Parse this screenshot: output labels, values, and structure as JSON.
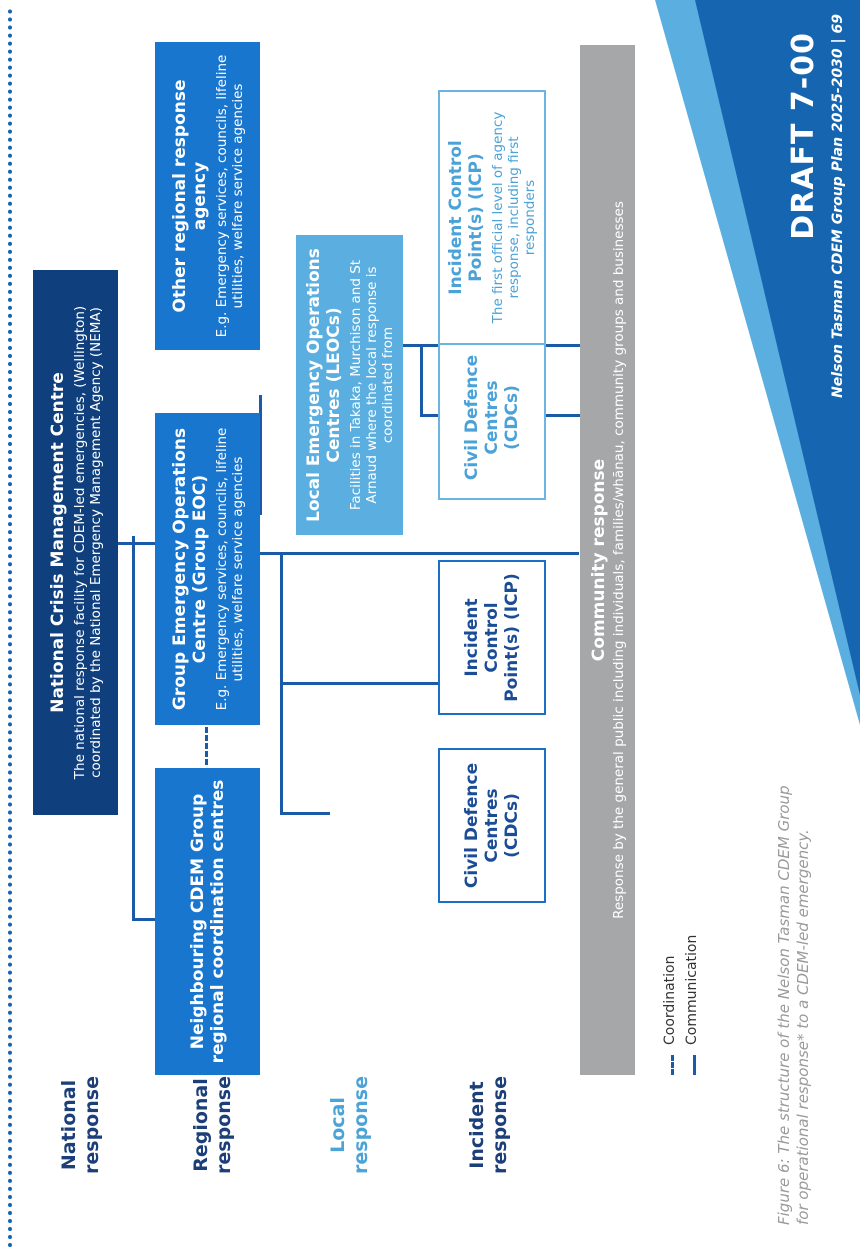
{
  "levels": {
    "national": "National response",
    "regional": "Regional response",
    "local": "Local response",
    "incident": "Incident response"
  },
  "nodes": {
    "ncmc": {
      "title": "National Crisis Management Centre",
      "desc": "The national response facility for CDEM-led emergencies, (Wellington) coordinated by the National Emergency Management Agency (NEMA)"
    },
    "neighbouring": {
      "title": "Neighbouring CDEM Group regional coordination centres"
    },
    "group_eoc": {
      "title": "Group Emergency Operations Centre (Group EOC)",
      "desc": "E.g. Emergency services, councils, lifeline utilities, welfare service agencies"
    },
    "other_regional": {
      "title": "Other regional response agency",
      "desc": "E.g. Emergency services, councils, lifeline utilities, welfare service agencies"
    },
    "leocs": {
      "title": "Local Emergency Operations Centres (LEOCs)",
      "desc": "Facilities in Takaka, Murchison and St Arnaud where the local response is coordinated from"
    },
    "cdc_1": {
      "title": "Civil Defence Centres (CDCs)"
    },
    "icp_1": {
      "title": "Incident Control Point(s) (ICP)"
    },
    "cdc_2": {
      "title": "Civil Defence Centres (CDCs)"
    },
    "icp_2": {
      "title": "Incident Control Point(s) (ICP)",
      "desc": "The first official level of agency response, including first responders"
    },
    "community": {
      "title": "Community response",
      "desc": "Response by the general public including individuals, families/whānau, community groups and businesses"
    }
  },
  "legend": {
    "coordination": "Coordination",
    "communication": "Communication"
  },
  "caption": "Figure 6: The structure of the Nelson Tasman CDEM Group for operational response* to a CDEM-led emergency.",
  "banner": {
    "draft": "DRAFT 7-00",
    "page": "Nelson Tasman CDEM Group Plan 2025-2030 | 69"
  },
  "colors": {
    "dark_navy": "#0f3f7d",
    "mid_blue": "#1976cf",
    "light_blue": "#5aaee0",
    "grey": "#a6a7a9"
  }
}
